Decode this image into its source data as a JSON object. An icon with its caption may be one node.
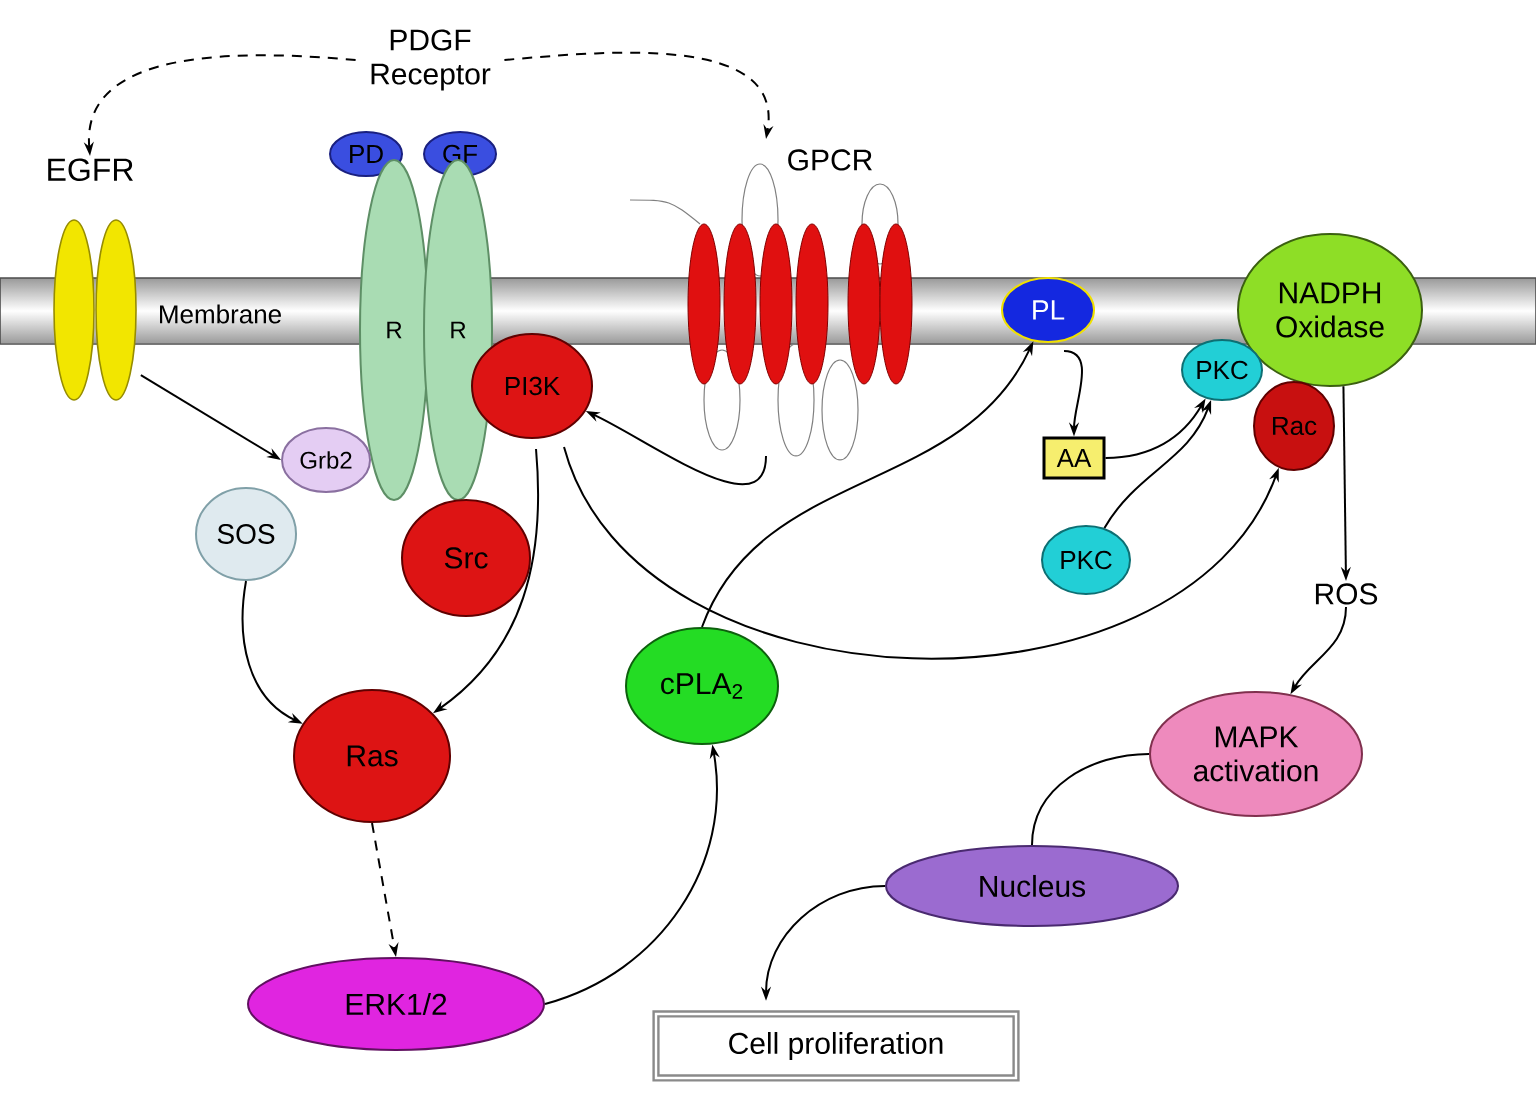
{
  "diagram": {
    "nodes": [
      {
        "text": [
          "EGFR"
        ]
      },
      {
        "text": [
          "PDGF Receptor"
        ]
      },
      {
        "text": [
          "PD"
        ]
      },
      {
        "text": [
          "GF"
        ]
      },
      {
        "text": [
          "R"
        ]
      },
      {
        "text": [
          "R"
        ]
      },
      {
        "text": [
          "GPCR"
        ]
      },
      {
        "text": [
          "PL"
        ]
      },
      {
        "text": [
          "NADPH Oxidase"
        ]
      },
      {
        "text": [
          "PKC"
        ]
      },
      {
        "text": [
          "PI3K"
        ]
      },
      {
        "text": [
          "Rac"
        ]
      },
      {
        "text": [
          "Grb2"
        ]
      },
      {
        "text": [
          "SOS"
        ]
      },
      {
        "text": [
          "Src"
        ]
      },
      {
        "text": [
          "AA"
        ]
      },
      {
        "text": [
          "PKC"
        ]
      },
      {
        "text": [
          "ROS"
        ]
      },
      {
        "text": [
          "cPLA$_{2}$"
        ]
      },
      {
        "text": [
          "Ras"
        ]
      },
      {
        "text": [
          "MAPK activation"
        ]
      },
      {
        "text": [
          "Nucleus"
        ]
      },
      {
        "text": [
          "ERK1/2"
        ]
      },
      {
        "text": [
          "Cell proliferation"
        ]
      }
    ],
    "edges": [
      {
        "from": 1,
        "to": 0,
        "arrow": "to",
        "style": "dashed"
      },
      {
        "from": 1,
        "to": 6,
        "arrow": "to",
        "style": "dashed"
      },
      {
        "from": 0,
        "to": 12,
        "arrow": "to"
      },
      {
        "from": 6,
        "to": 10,
        "arrow": "to"
      },
      {
        "from": 13,
        "to": 19,
        "arrow": "to"
      },
      {
        "from": 10,
        "to": 19,
        "arrow": "to"
      },
      {
        "from": 10,
        "to": 11,
        "arrow": "to"
      },
      {
        "from": 18,
        "to": 7,
        "arrow": "to"
      },
      {
        "from": 7,
        "to": 15,
        "arrow": "to"
      },
      {
        "from": 15,
        "to": 9,
        "arrow": "to"
      },
      {
        "from": 16,
        "to": 9,
        "arrow": "to"
      },
      {
        "from": 8,
        "to": 17,
        "arrow": "to"
      },
      {
        "from": 17,
        "to": 20,
        "arrow": "to"
      },
      {
        "from": 20,
        "to": 21,
        "arrow": "none"
      },
      {
        "from": 21,
        "to": 23,
        "arrow": "to"
      },
      {
        "from": 19,
        "to": 22,
        "arrow": "to",
        "style": "dashed"
      },
      {
        "from": 22,
        "to": 18,
        "arrow": "to"
      }
    ],
    "labels": [
      "Membrane"
    ]
  }
}
